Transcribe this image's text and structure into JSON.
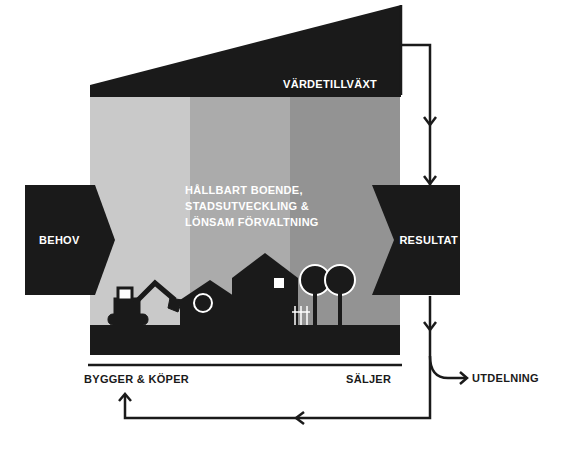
{
  "diagram": {
    "nodes": [
      {
        "text": [
          "BEHOV"
        ]
      },
      {
        "text": [
          "HÅLLBART BOENDE, STADSUTVECKLING & LÖNSAM FÖRVALTNING"
        ]
      },
      {
        "text": [
          "RESULTAT"
        ]
      },
      {
        "text": [
          "VÄRDETILLVÄXT"
        ]
      }
    ],
    "edges": [
      {
        "from": 3,
        "to": 2,
        "arrow": "to"
      }
    ],
    "labels": [
      "BYGGER & KÖPER",
      "SÄLJER",
      "UTDELNING"
    ]
  }
}
